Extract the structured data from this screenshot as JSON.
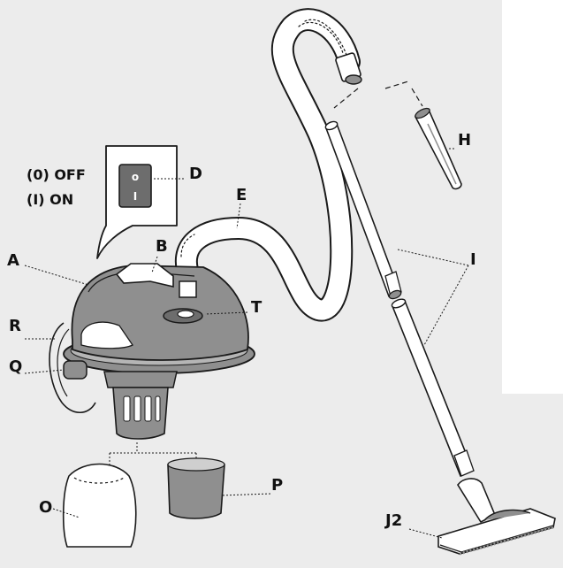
{
  "switch_text": {
    "off": "(0) OFF",
    "on": "(I) ON"
  },
  "switch_glyphs": {
    "off": "o",
    "on": "I"
  },
  "labels": {
    "A": "A",
    "B": "B",
    "D": "D",
    "E": "E",
    "T": "T",
    "R": "R",
    "Q": "Q",
    "O": "O",
    "P": "P",
    "H": "H",
    "I": "I",
    "J2": "J2"
  },
  "colors": {
    "background": "#ececec",
    "panel": "#ffffff",
    "body_gray": "#8f8f8f",
    "dark_gray": "#6d6d6d",
    "outline": "#1a1a1a"
  }
}
